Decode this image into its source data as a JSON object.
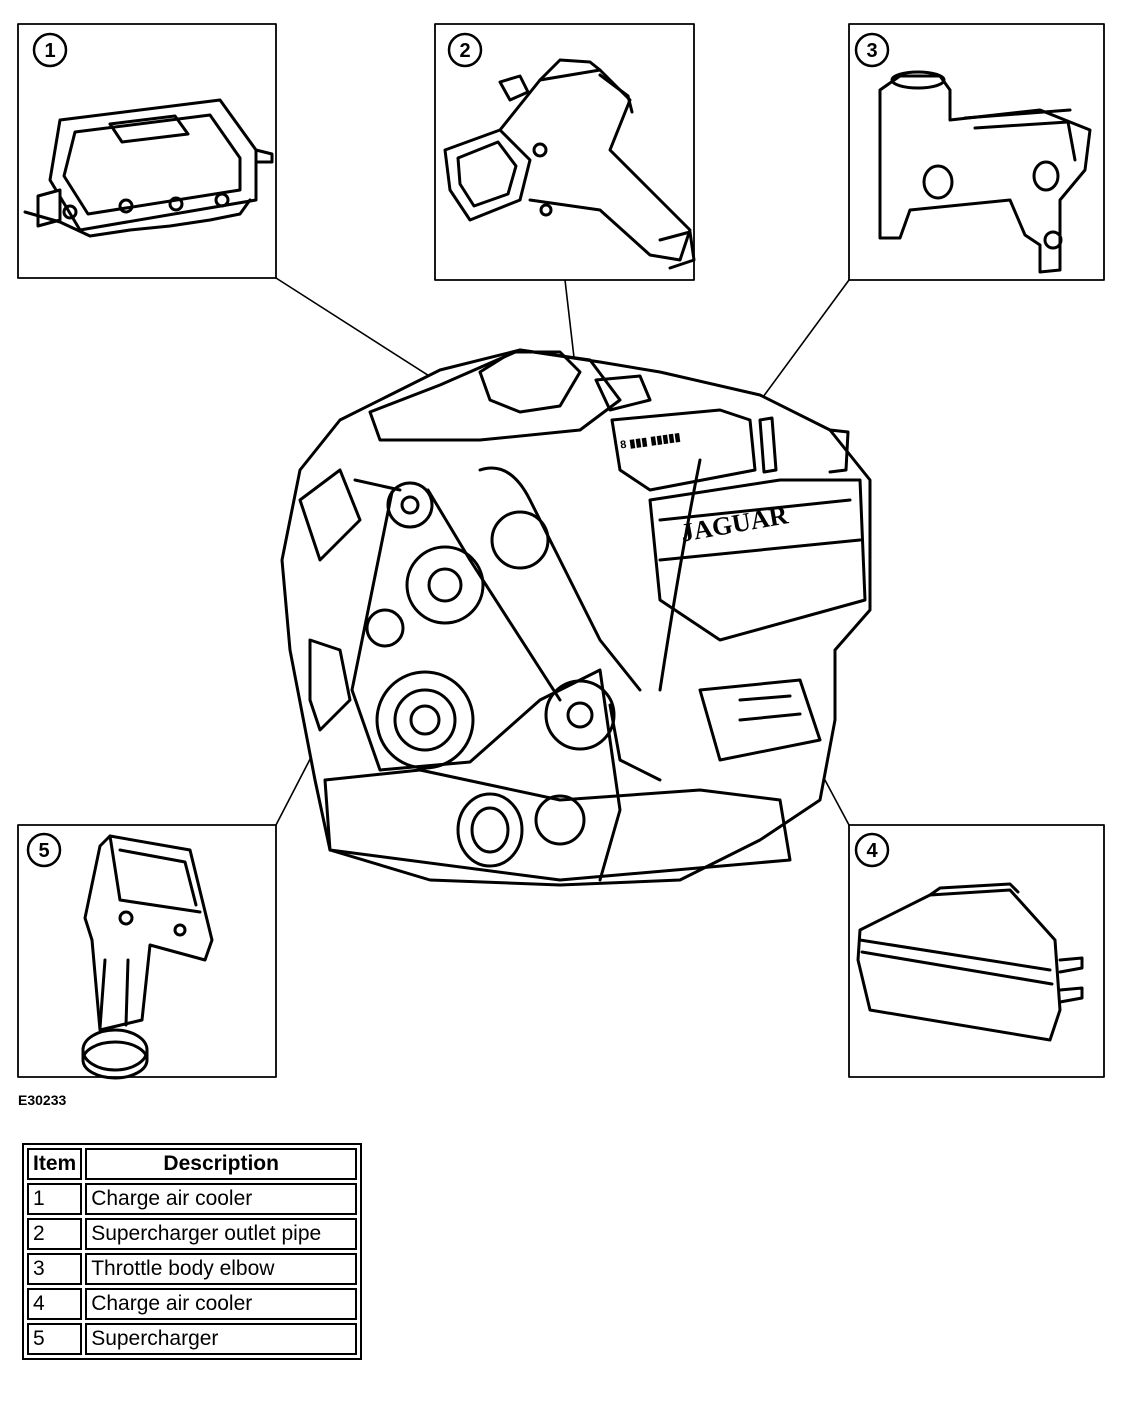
{
  "figure_id": "E30233",
  "callouts": [
    {
      "number": "1",
      "part": "Charge air cooler"
    },
    {
      "number": "2",
      "part": "Supercharger outlet pipe"
    },
    {
      "number": "3",
      "part": "Throttle body elbow"
    },
    {
      "number": "4",
      "part": "Charge air cooler"
    },
    {
      "number": "5",
      "part": "Supercharger"
    }
  ],
  "engine_badges": {
    "top_cover": "8 ▮▮▮ ▮▮▮▮▮",
    "brand": "JAGUAR"
  },
  "legend": {
    "header_item": "Item",
    "header_description": "Description",
    "rows": [
      {
        "item": "1",
        "description": "Charge air cooler"
      },
      {
        "item": "2",
        "description": "Supercharger outlet pipe"
      },
      {
        "item": "3",
        "description": "Throttle body elbow"
      },
      {
        "item": "4",
        "description": "Charge air cooler"
      },
      {
        "item": "5",
        "description": "Supercharger"
      }
    ]
  },
  "colors": {
    "line": "#000000",
    "background": "#ffffff"
  }
}
